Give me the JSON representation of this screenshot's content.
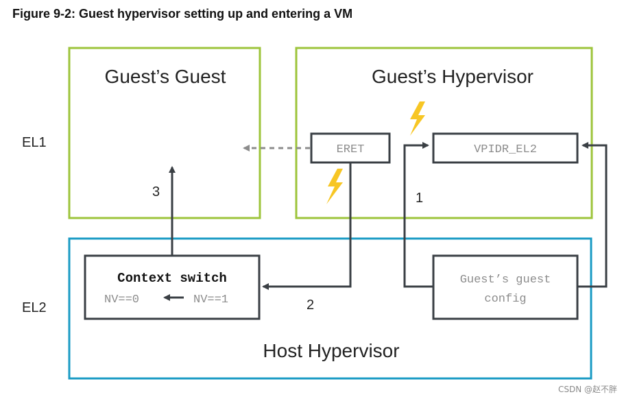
{
  "figure": {
    "caption": "Figure 9-2: Guest hypervisor setting up and entering a VM"
  },
  "levels": {
    "el1": "EL1",
    "el2": "EL2"
  },
  "regions": {
    "guests_guest": "Guest’s Guest",
    "guests_hypervisor": "Guest’s Hypervisor",
    "host_hypervisor": "Host Hypervisor"
  },
  "boxes": {
    "eret": "ERET",
    "vpidr": "VPIDR_EL2",
    "context_switch_title": "Context switch",
    "nv0": "NV==0",
    "nv1": "NV==1",
    "guest_config_line1": "Guest’s guest",
    "guest_config_line2": "config"
  },
  "steps": {
    "s1": "1",
    "s2": "2",
    "s3": "3"
  },
  "colors": {
    "el1_border": "#9dc43b",
    "el2_border": "#1a9bc4",
    "box_border": "#3a3f44",
    "lightning": "#f7c624",
    "mono_text": "#8c8c8c"
  },
  "watermark": "CSDN @赵不胖"
}
